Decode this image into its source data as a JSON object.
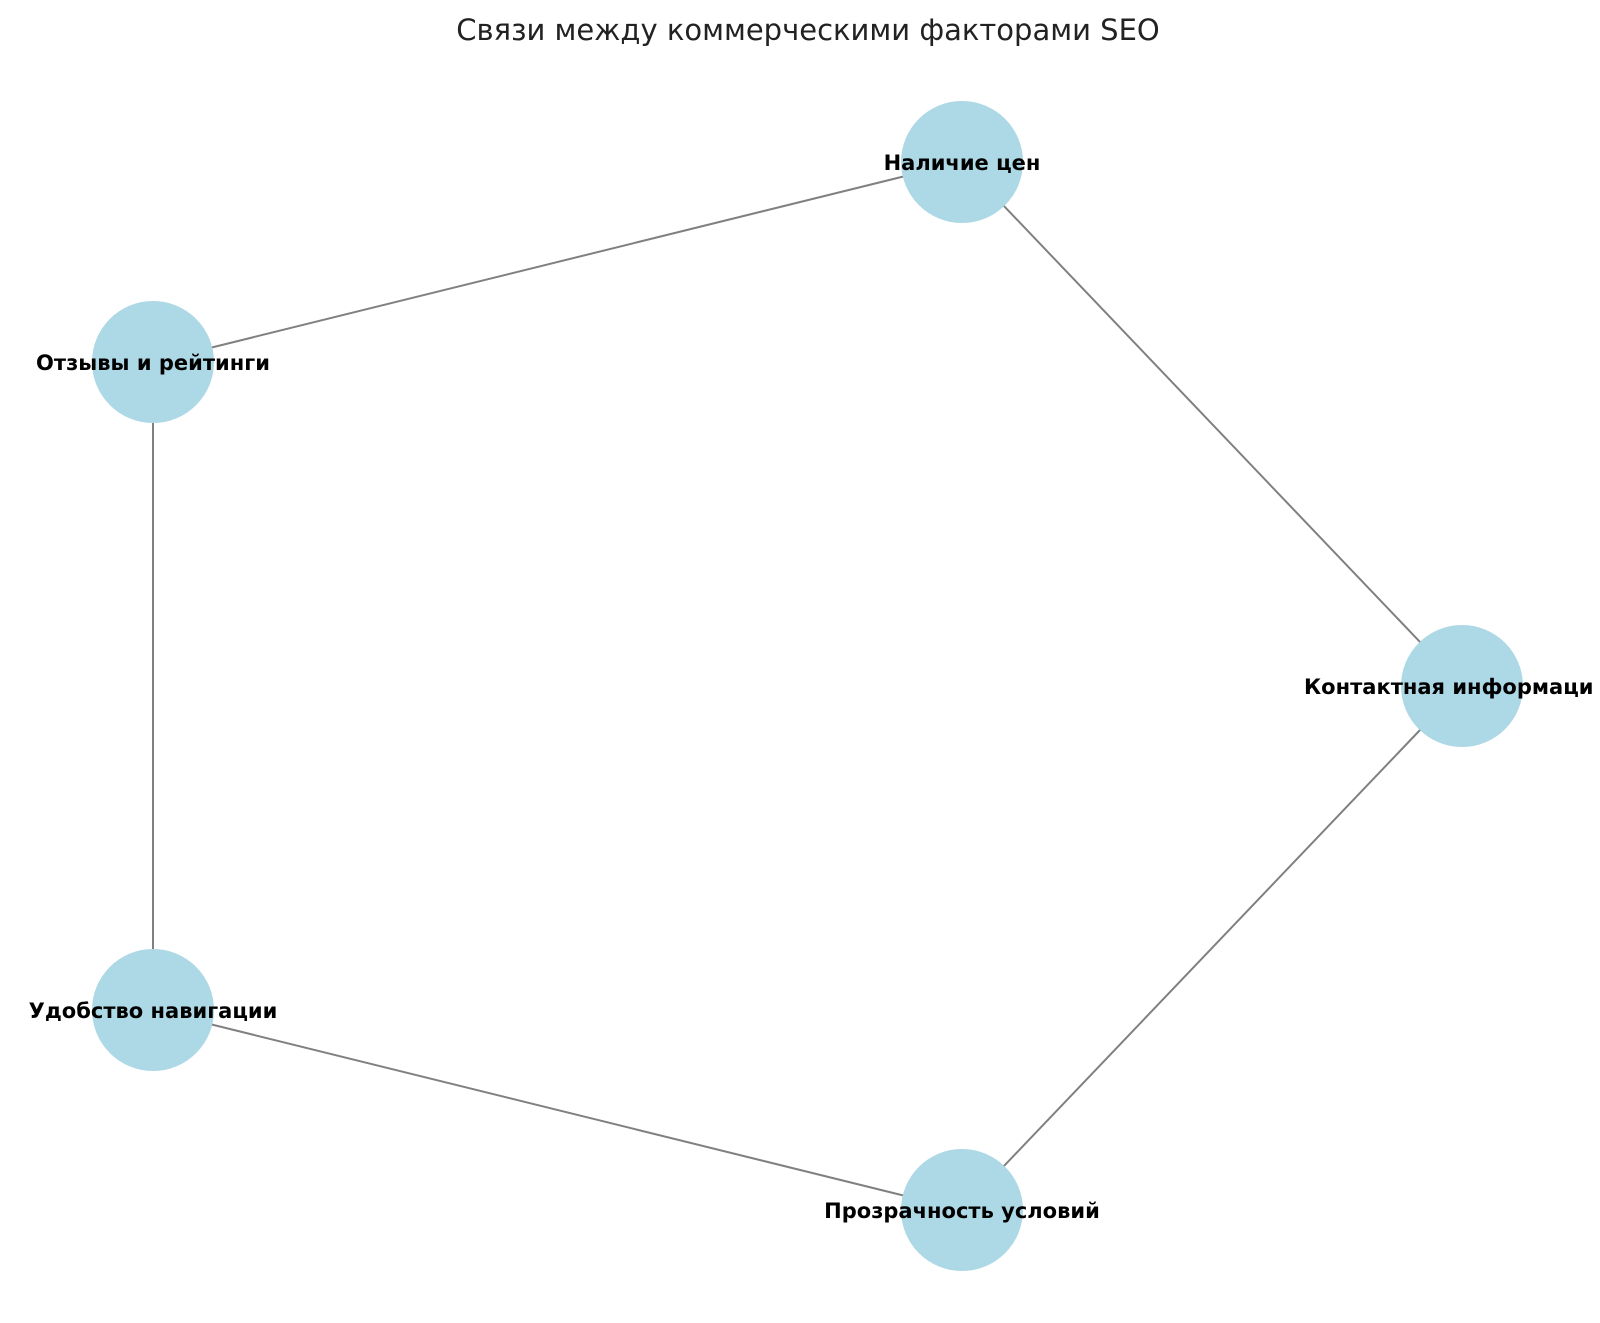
{
  "title": "Связи между коммерческими факторами SEO",
  "colors": {
    "node_fill": "#add8e6",
    "edge": "#808080",
    "label": "#000000",
    "title": "#222222"
  },
  "nodes": [
    {
      "id": "prices",
      "label": "Наличие цен"
    },
    {
      "id": "reviews",
      "label": "Отзывы и рейтинги"
    },
    {
      "id": "contacts",
      "label": "Контактная информаци"
    },
    {
      "id": "navigation",
      "label": "Удобство навигации"
    },
    {
      "id": "terms",
      "label": "Прозрачность условий"
    }
  ],
  "edges": [
    [
      "prices",
      "reviews"
    ],
    [
      "prices",
      "contacts"
    ],
    [
      "reviews",
      "navigation"
    ],
    [
      "contacts",
      "terms"
    ],
    [
      "navigation",
      "terms"
    ]
  ]
}
